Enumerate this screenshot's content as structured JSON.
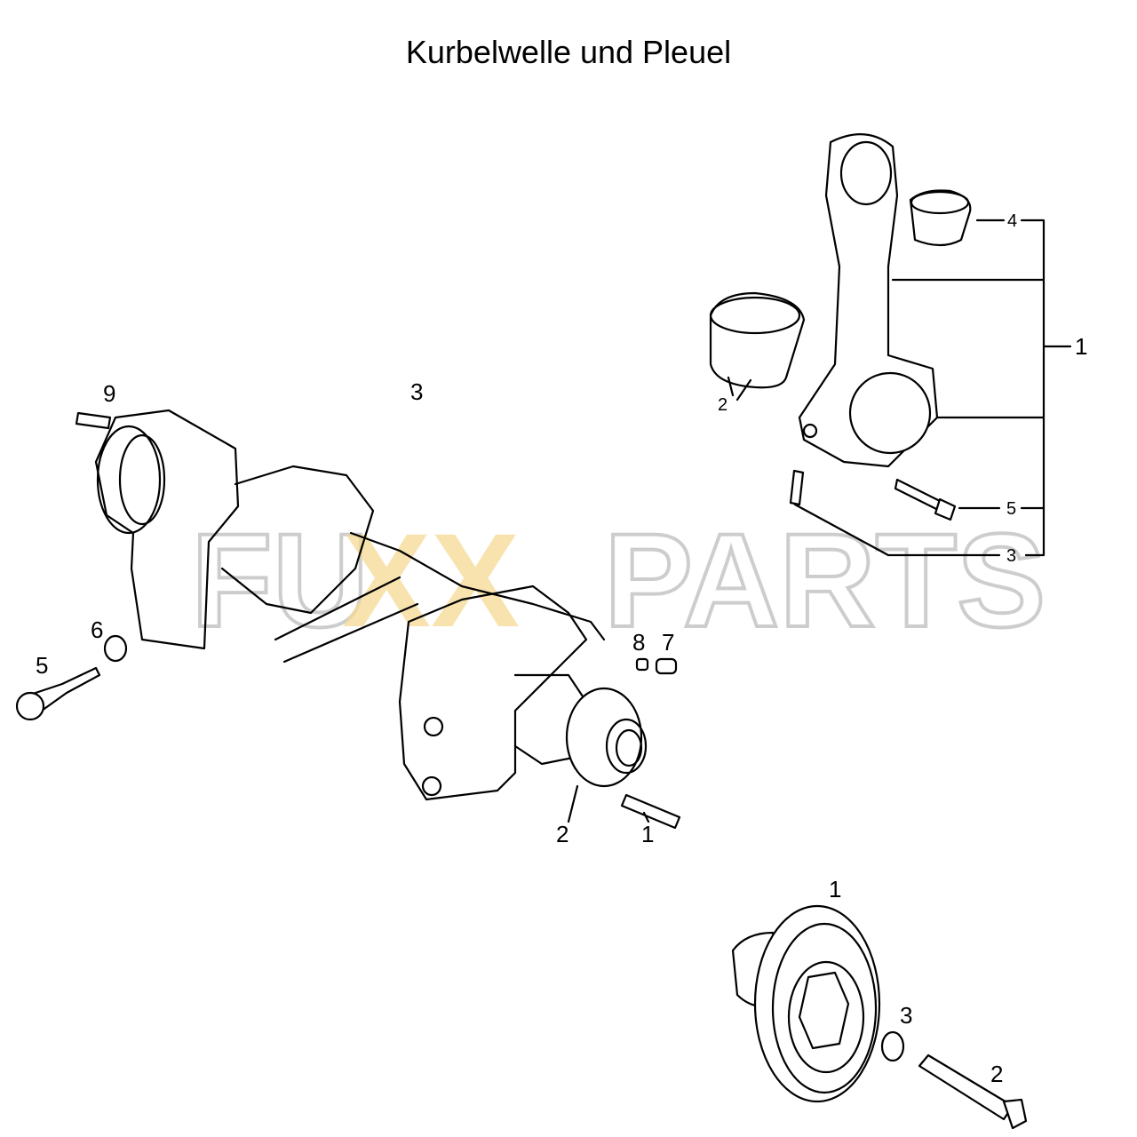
{
  "title": "Kurbelwelle und Pleuel",
  "group_label": "3",
  "watermark": {
    "text_a": "FU",
    "text_b": "XX",
    "text_c": "PARTS",
    "accent_color": "#f0c040",
    "gray_color": "#c8c8c8"
  },
  "crankshaft": {
    "labels": [
      "9",
      "6",
      "5",
      "8",
      "7",
      "2",
      "1"
    ]
  },
  "connecting_rod": {
    "labels": [
      "4",
      "1",
      "2",
      "5",
      "3"
    ]
  },
  "pulley": {
    "labels": [
      "1",
      "3",
      "2"
    ]
  }
}
